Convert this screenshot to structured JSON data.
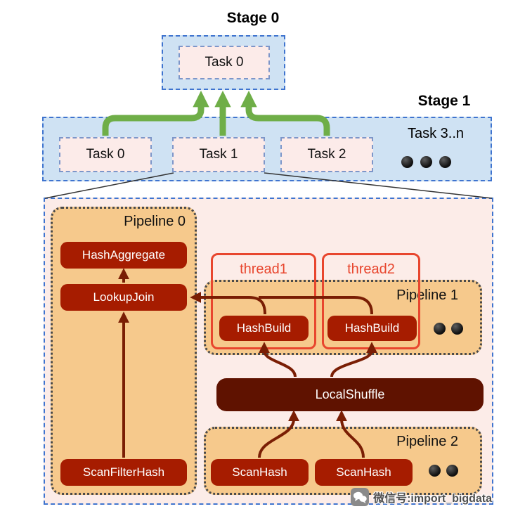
{
  "stage0": {
    "title": "Stage 0",
    "task_label": "Task 0"
  },
  "stage1": {
    "title": "Stage 1",
    "task_labels": [
      "Task 0",
      "Task 1",
      "Task 2"
    ],
    "more_tasks_label": "Task 3..n"
  },
  "task_detail": {
    "pipeline0": {
      "label": "Pipeline 0",
      "operators": [
        "HashAggregate",
        "LookupJoin",
        "ScanFilterHash"
      ]
    },
    "pipeline1": {
      "label": "Pipeline 1",
      "operators": [
        "HashBuild",
        "HashBuild"
      ]
    },
    "pipeline2": {
      "label": "Pipeline 2",
      "operators": [
        "ScanHash",
        "ScanHash"
      ]
    },
    "threads": [
      "thread1",
      "thread2"
    ],
    "local_shuffle_label": "LocalShuffle"
  },
  "watermark": {
    "text": "微信号:import_bigdata"
  },
  "colors": {
    "stage_fill": "#cfe2f3",
    "stage_border": "#3f74cf",
    "task_fill": "#fcebe9",
    "detail_fill": "#fcece8",
    "pipeline_fill": "#f6c98c",
    "operator_fill": "#a61c00",
    "local_shuffle_fill": "#5f1200",
    "thread_accent": "#e8462e",
    "green_arrow": "#6fae48",
    "maroon_arrow": "#7a1e04"
  }
}
